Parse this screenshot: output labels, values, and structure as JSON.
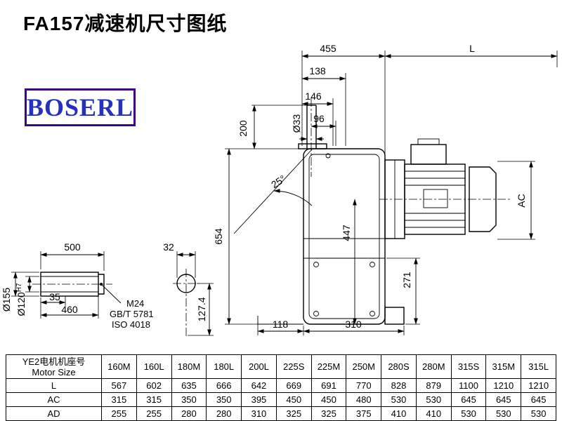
{
  "page": {
    "title": "FA157减速机尺寸图纸",
    "logo": "BOSERL"
  },
  "drawing": {
    "dims": {
      "d455": "455",
      "dL": "L",
      "d138": "138",
      "d146": "146",
      "d96": "96",
      "d33": "Ø33",
      "d200": "200",
      "d25": "25°",
      "d654": "654",
      "d447": "447",
      "dAC": "AC",
      "d271": "271",
      "d118": "118",
      "d310": "310",
      "d500": "500",
      "d35": "35",
      "d460": "460",
      "d155": "Ø155",
      "d120": "Ø120",
      "d120sup": "H7",
      "m24": "M24",
      "gbt": "GB/T 5781",
      "iso": "ISO 4018",
      "d32": "32",
      "d1274": "127.4"
    }
  },
  "table": {
    "header_cn": "YE2电机机座号",
    "header_en": "Motor Size",
    "columns": [
      "160M",
      "160L",
      "180M",
      "180L",
      "200L",
      "225S",
      "225M",
      "250M",
      "280S",
      "280M",
      "315S",
      "315M",
      "315L"
    ],
    "rows": [
      {
        "label": "L",
        "values": [
          567,
          602,
          635,
          666,
          642,
          669,
          691,
          770,
          828,
          879,
          1100,
          1210,
          1210
        ]
      },
      {
        "label": "AC",
        "values": [
          315,
          315,
          350,
          350,
          395,
          450,
          450,
          480,
          530,
          530,
          645,
          645,
          645
        ]
      },
      {
        "label": "AD",
        "values": [
          255,
          255,
          280,
          280,
          310,
          325,
          325,
          375,
          410,
          410,
          530,
          530,
          530
        ]
      }
    ]
  }
}
